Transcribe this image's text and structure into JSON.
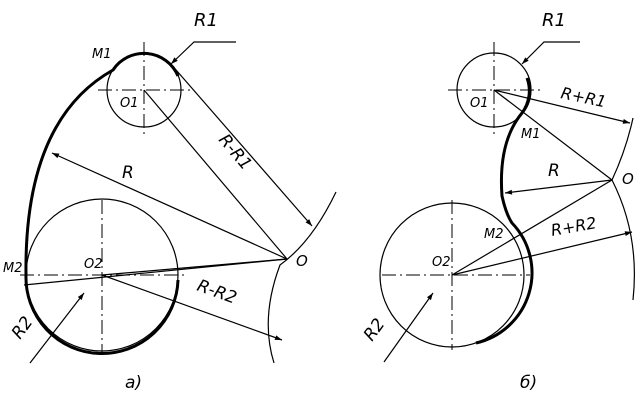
{
  "diagram": {
    "left": {
      "caption": "a)",
      "labels": {
        "r1": "R1",
        "m1": "M1",
        "o1": "O1",
        "r_minus_r1": "R-R1",
        "r": "R",
        "m2": "M2",
        "o2": "O2",
        "o": "O",
        "r_minus_r2": "R-R2",
        "r2": "R2"
      }
    },
    "right": {
      "caption": "б)",
      "labels": {
        "r1": "R1",
        "o1": "O1",
        "r_plus_r1": "R+R1",
        "m1": "M1",
        "r": "R",
        "o": "O",
        "m2": "M2",
        "r_plus_r2": "R+R2",
        "o2": "O2",
        "r2": "R2"
      }
    }
  }
}
